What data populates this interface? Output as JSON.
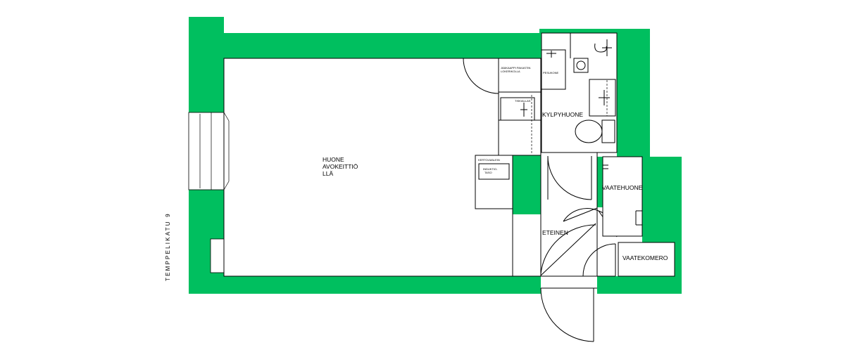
{
  "plan": {
    "wall_color": "#00bf5f",
    "rooms": {
      "main_room": [
        "HUONE",
        "AVOKEITTIÖ",
        "LLÄ"
      ],
      "bathroom": "KYLPYHUONE",
      "dressing_room": "VAATEHUONE",
      "hallway": "ETEINEN",
      "wardrobe": "VAATEKOMERO"
    },
    "fixtures": {
      "fridge": [
        "JÄÄKAAPPI PAKASTIN",
        "LOKERIKOLLA"
      ],
      "washer": "PESUKONE",
      "counter": "TISKIALLAS",
      "stove": "KERTOLMALEIN",
      "oven": [
        "INDUKTIO-",
        "TASO"
      ]
    },
    "street": "TEMPPELIKATU 9"
  }
}
